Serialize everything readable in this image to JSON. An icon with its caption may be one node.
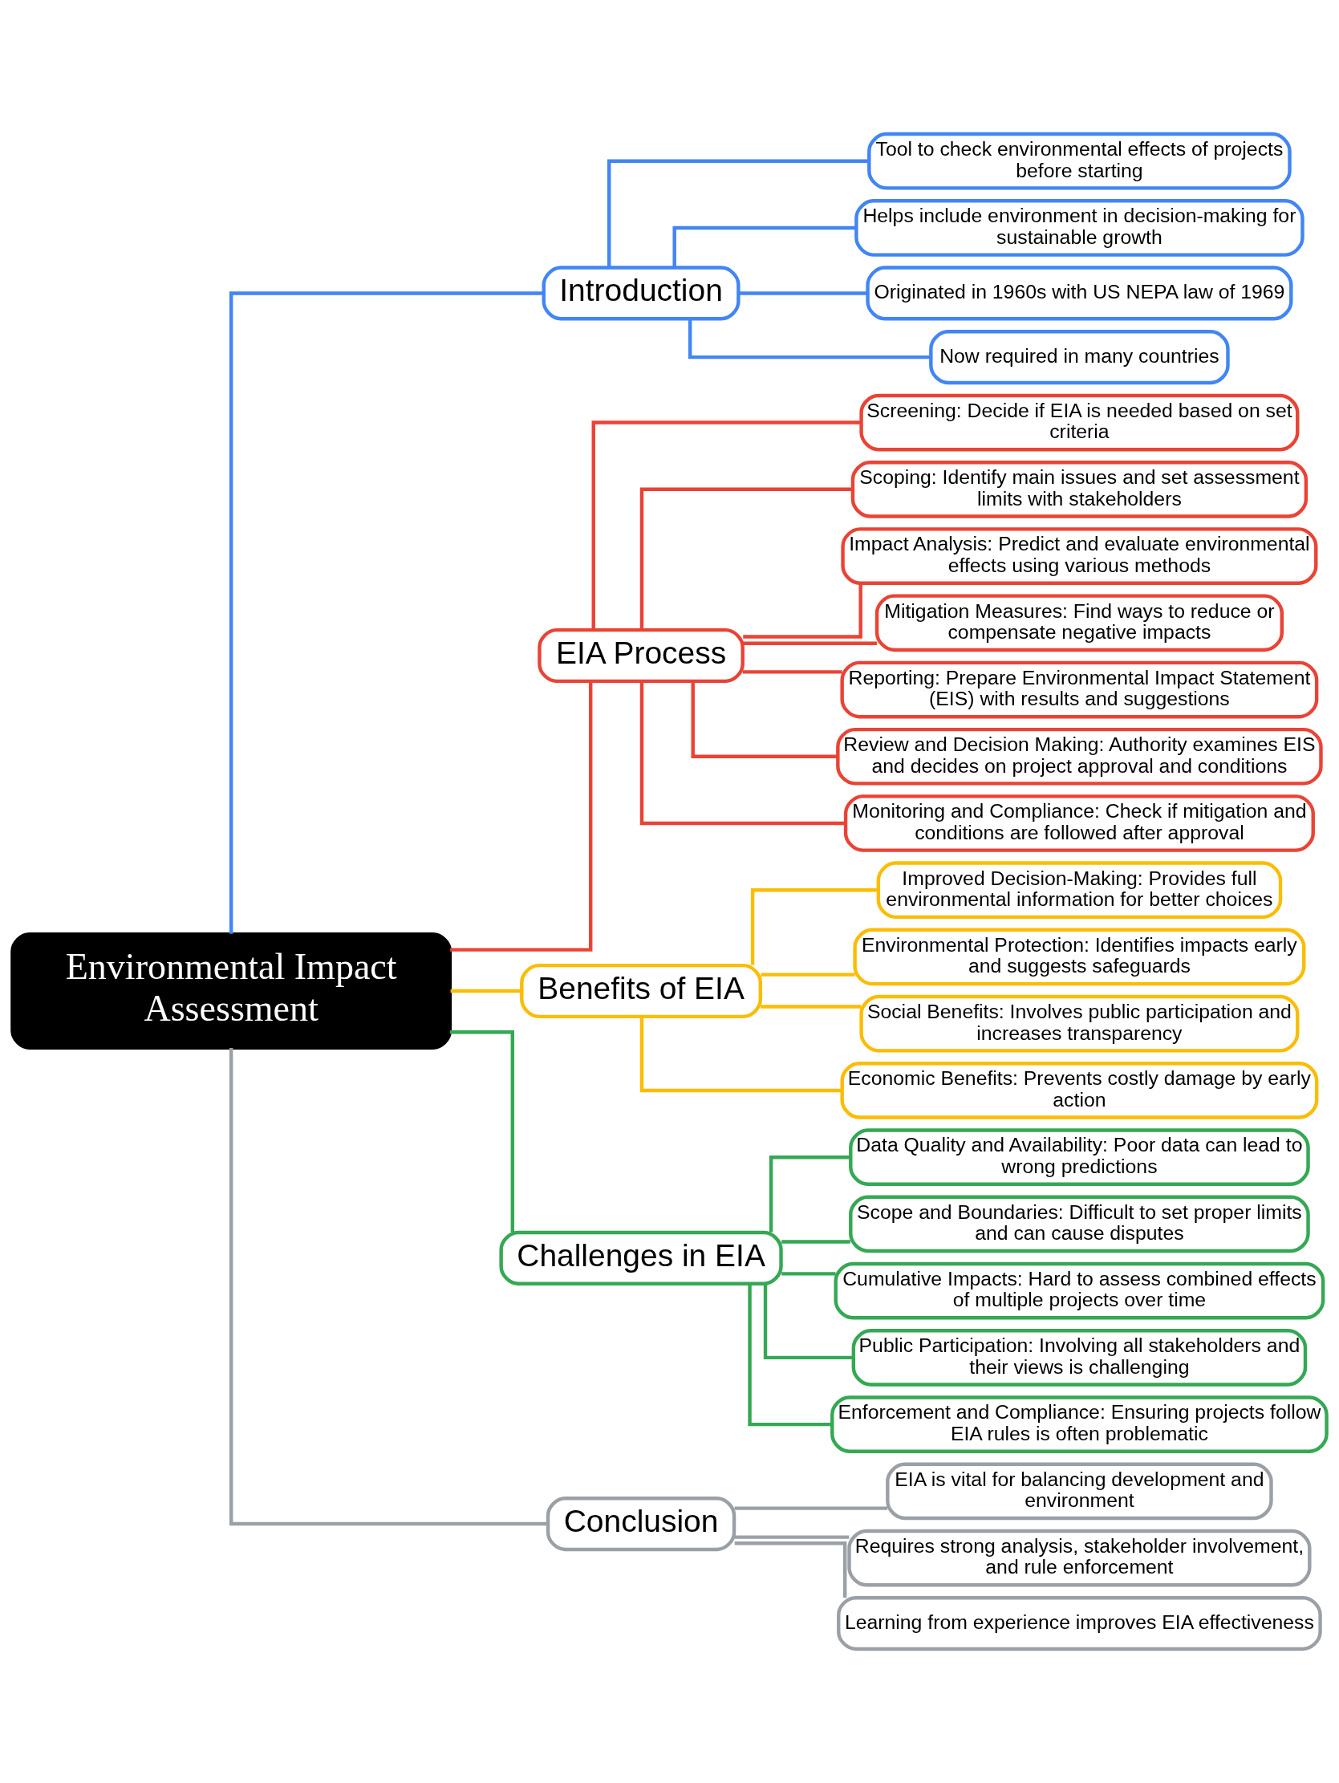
{
  "diagram": {
    "nodes": [
      {
        "text": [
          "Environmental Impact Assessment"
        ]
      },
      {
        "text": [
          "Introduction"
        ]
      },
      {
        "text": [
          "Tool to check environmental effects of projects before starting"
        ]
      },
      {
        "text": [
          "Helps include environment in decision-making for sustainable growth"
        ]
      },
      {
        "text": [
          "Originated in 1960s with US NEPA law of 1969"
        ]
      },
      {
        "text": [
          "Now required in many countries"
        ]
      },
      {
        "text": [
          "EIA Process"
        ]
      },
      {
        "text": [
          "Screening: Decide if EIA is needed based on set criteria"
        ]
      },
      {
        "text": [
          "Scoping: Identify main issues and set assessment limits with stakeholders"
        ]
      },
      {
        "text": [
          "Impact Analysis: Predict and evaluate environmental effects using various methods"
        ]
      },
      {
        "text": [
          "Mitigation Measures: Find ways to reduce or compensate negative impacts"
        ]
      },
      {
        "text": [
          "Reporting: Prepare Environmental Impact Statement (EIS) with results and suggestions"
        ]
      },
      {
        "text": [
          "Review and Decision Making: Authority examines EIS and decides on project approval and conditions"
        ]
      },
      {
        "text": [
          "Monitoring and Compliance: Check if mitigation and conditions are followed after approval"
        ]
      },
      {
        "text": [
          "Benefits of EIA"
        ]
      },
      {
        "text": [
          "Improved Decision-Making: Provides full environmental information for better choices"
        ]
      },
      {
        "text": [
          "Environmental Protection: Identifies impacts early and suggests safeguards"
        ]
      },
      {
        "text": [
          "Social Benefits: Involves public participation and increases transparency"
        ]
      },
      {
        "text": [
          "Economic Benefits: Prevents costly damage by early action"
        ]
      },
      {
        "text": [
          "Challenges in EIA"
        ]
      },
      {
        "text": [
          "Data Quality and Availability: Poor data can lead to wrong predictions"
        ]
      },
      {
        "text": [
          "Scope and Boundaries: Difficult to set proper limits and can cause disputes"
        ]
      },
      {
        "text": [
          "Cumulative Impacts: Hard to assess combined effects of multiple projects over time"
        ]
      },
      {
        "text": [
          "Public Participation: Involving all stakeholders and their views is challenging"
        ]
      },
      {
        "text": [
          "Enforcement and Compliance: Ensuring projects follow EIA rules is often problematic"
        ]
      },
      {
        "text": [
          "Conclusion"
        ]
      },
      {
        "text": [
          "EIA is vital for balancing development and environment"
        ]
      },
      {
        "text": [
          "Requires strong analysis, stakeholder involvement, and rule enforcement"
        ]
      },
      {
        "text": [
          "Learning from experience improves EIA effectiveness"
        ]
      }
    ],
    "edges": [
      {
        "from": 0,
        "to": 1,
        "arrow": "none",
        "color": "#4285f4"
      },
      {
        "from": 1,
        "to": 2,
        "arrow": "none",
        "color": "#4285f4"
      },
      {
        "from": 1,
        "to": 3,
        "arrow": "none",
        "color": "#4285f4"
      },
      {
        "from": 1,
        "to": 4,
        "arrow": "none",
        "color": "#4285f4"
      },
      {
        "from": 1,
        "to": 5,
        "arrow": "none",
        "color": "#4285f4"
      },
      {
        "from": 0,
        "to": 6,
        "arrow": "none",
        "color": "#ea4335"
      },
      {
        "from": 6,
        "to": 7,
        "arrow": "none",
        "color": "#ea4335"
      },
      {
        "from": 6,
        "to": 8,
        "arrow": "none",
        "color": "#ea4335"
      },
      {
        "from": 6,
        "to": 9,
        "arrow": "none",
        "color": "#ea4335"
      },
      {
        "from": 6,
        "to": 10,
        "arrow": "none",
        "color": "#ea4335"
      },
      {
        "from": 6,
        "to": 11,
        "arrow": "none",
        "color": "#ea4335"
      },
      {
        "from": 6,
        "to": 12,
        "arrow": "none",
        "color": "#ea4335"
      },
      {
        "from": 6,
        "to": 13,
        "arrow": "none",
        "color": "#ea4335"
      },
      {
        "from": 0,
        "to": 14,
        "arrow": "none",
        "color": "#fbbc04"
      },
      {
        "from": 14,
        "to": 15,
        "arrow": "none",
        "color": "#fbbc04"
      },
      {
        "from": 14,
        "to": 16,
        "arrow": "none",
        "color": "#fbbc04"
      },
      {
        "from": 14,
        "to": 17,
        "arrow": "none",
        "color": "#fbbc04"
      },
      {
        "from": 14,
        "to": 18,
        "arrow": "none",
        "color": "#fbbc04"
      },
      {
        "from": 0,
        "to": 19,
        "arrow": "none",
        "color": "#34a853"
      },
      {
        "from": 19,
        "to": 20,
        "arrow": "none",
        "color": "#34a853"
      },
      {
        "from": 19,
        "to": 21,
        "arrow": "none",
        "color": "#34a853"
      },
      {
        "from": 19,
        "to": 22,
        "arrow": "none",
        "color": "#34a853"
      },
      {
        "from": 19,
        "to": 23,
        "arrow": "none",
        "color": "#34a853"
      },
      {
        "from": 19,
        "to": 24,
        "arrow": "none",
        "color": "#34a853"
      },
      {
        "from": 0,
        "to": 25,
        "arrow": "none",
        "color": "#9aa0a6"
      },
      {
        "from": 25,
        "to": 26,
        "arrow": "none",
        "color": "#9aa0a6"
      },
      {
        "from": 25,
        "to": 27,
        "arrow": "none",
        "color": "#9aa0a6"
      },
      {
        "from": 25,
        "to": 28,
        "arrow": "none",
        "color": "#9aa0a6"
      }
    ]
  }
}
